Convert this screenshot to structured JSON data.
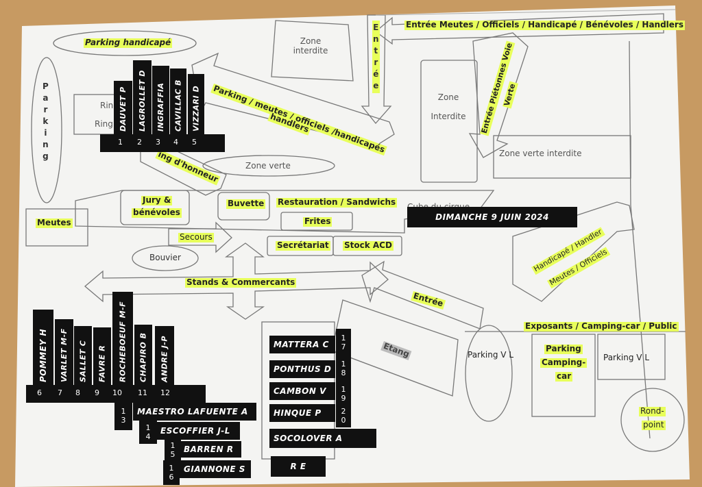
{
  "map": {
    "date": "DIMANCHE 9 JUIN 2024",
    "entree_meutes": "Entrée Meutes / Officiels / Handicapé / Bénévoles / Handlers",
    "parking_handicape": "Parking handicapé",
    "parking_vertical": [
      "P",
      "a",
      "r",
      "k",
      "i",
      "n",
      "g"
    ],
    "entree_vertical": [
      "E",
      "n",
      "t",
      "r",
      "é",
      "e"
    ],
    "zone_interdite_top": "Zone interdite",
    "zone_interdite_right": "Zone Interdite",
    "parking_meutes_line1": "Parking / meutes / officiels /handicapés",
    "parking_meutes_line2": "handlers",
    "entree_pietonnes_line1": "Entrée Piétonnes Voie",
    "entree_pietonnes_line2": "Verte",
    "zone_verte_interdite": "Zone verte interdite",
    "ring_1": "Ring",
    "ring_2": "Ring",
    "ring_honneur": "ing d'honneur",
    "zone_verte": "Zone verte",
    "jury_line1": "Jury &",
    "jury_line2": "bénévoles",
    "buvette": "Buvette",
    "restauration": "Restauration / Sandwichs",
    "cube": "Cube du cirque",
    "meutes": "Meutes",
    "frites": "Frites",
    "secours": "Secours",
    "secretariat": "Secrétariat",
    "stock": "Stock ACD",
    "bouvier": "Bouvier",
    "handicape_line1": "Handicapé / Handler",
    "handicape_line2": "Meutes / Officiels",
    "stands": "Stands & Commercants",
    "entree": "Entrée",
    "exposants": "Exposants / Camping-car / Public",
    "etang": "Etang",
    "parking_vl_1": "Parking V L",
    "parking_vl_2": "Parking V L",
    "parking_camping_line1": "Parking",
    "parking_camping_line2": "Camping-",
    "parking_camping_line3": "car",
    "rond_point_line1": "Rond-",
    "rond_point_line2": "point"
  },
  "stands_top": {
    "names": [
      "DAUVET P",
      "LAGROLLET D",
      "INGRAFFIA",
      "CAVILLAC B",
      "VIZZARI D"
    ],
    "numbers": [
      "1",
      "2",
      "3",
      "4",
      "5"
    ]
  },
  "stands_left": {
    "names": [
      "POMMEY H",
      "VARLET M-F",
      "SALLET C",
      "FAVRE R",
      "ROCHEBOEUF M-F",
      "CHAPIRO B",
      "ANDRE J-P"
    ],
    "numbers": [
      "6",
      "7",
      "8",
      "9",
      "10",
      "11",
      "12"
    ]
  },
  "stands_bottom_left": [
    {
      "num": [
        "1",
        "3"
      ],
      "name": "MAESTRO LAFUENTE A"
    },
    {
      "num": [
        "1",
        "4"
      ],
      "name": "ESCOFFIER J-L"
    },
    {
      "num": [
        "1",
        "5"
      ],
      "name": "BARREN R"
    },
    {
      "num": [
        "1",
        "6"
      ],
      "name": "GIANNONE S"
    }
  ],
  "stands_bottom_right": [
    {
      "name": "MATTERA C",
      "num": [
        "1",
        "7"
      ]
    },
    {
      "name": "PONTHUS D",
      "num": [
        "1",
        "8"
      ]
    },
    {
      "name": "CAMBON V",
      "num": [
        "1",
        "9"
      ]
    },
    {
      "name": "HINQUE P",
      "num": [
        "2",
        "0"
      ]
    },
    {
      "name": "SOCOLOVER A",
      "num": []
    },
    {
      "name": "R E",
      "num": []
    }
  ],
  "colors": {
    "highlight": "#e8ff5a",
    "tag": "#111111",
    "paper": "#f4f4f2",
    "table": "#c79a62"
  }
}
